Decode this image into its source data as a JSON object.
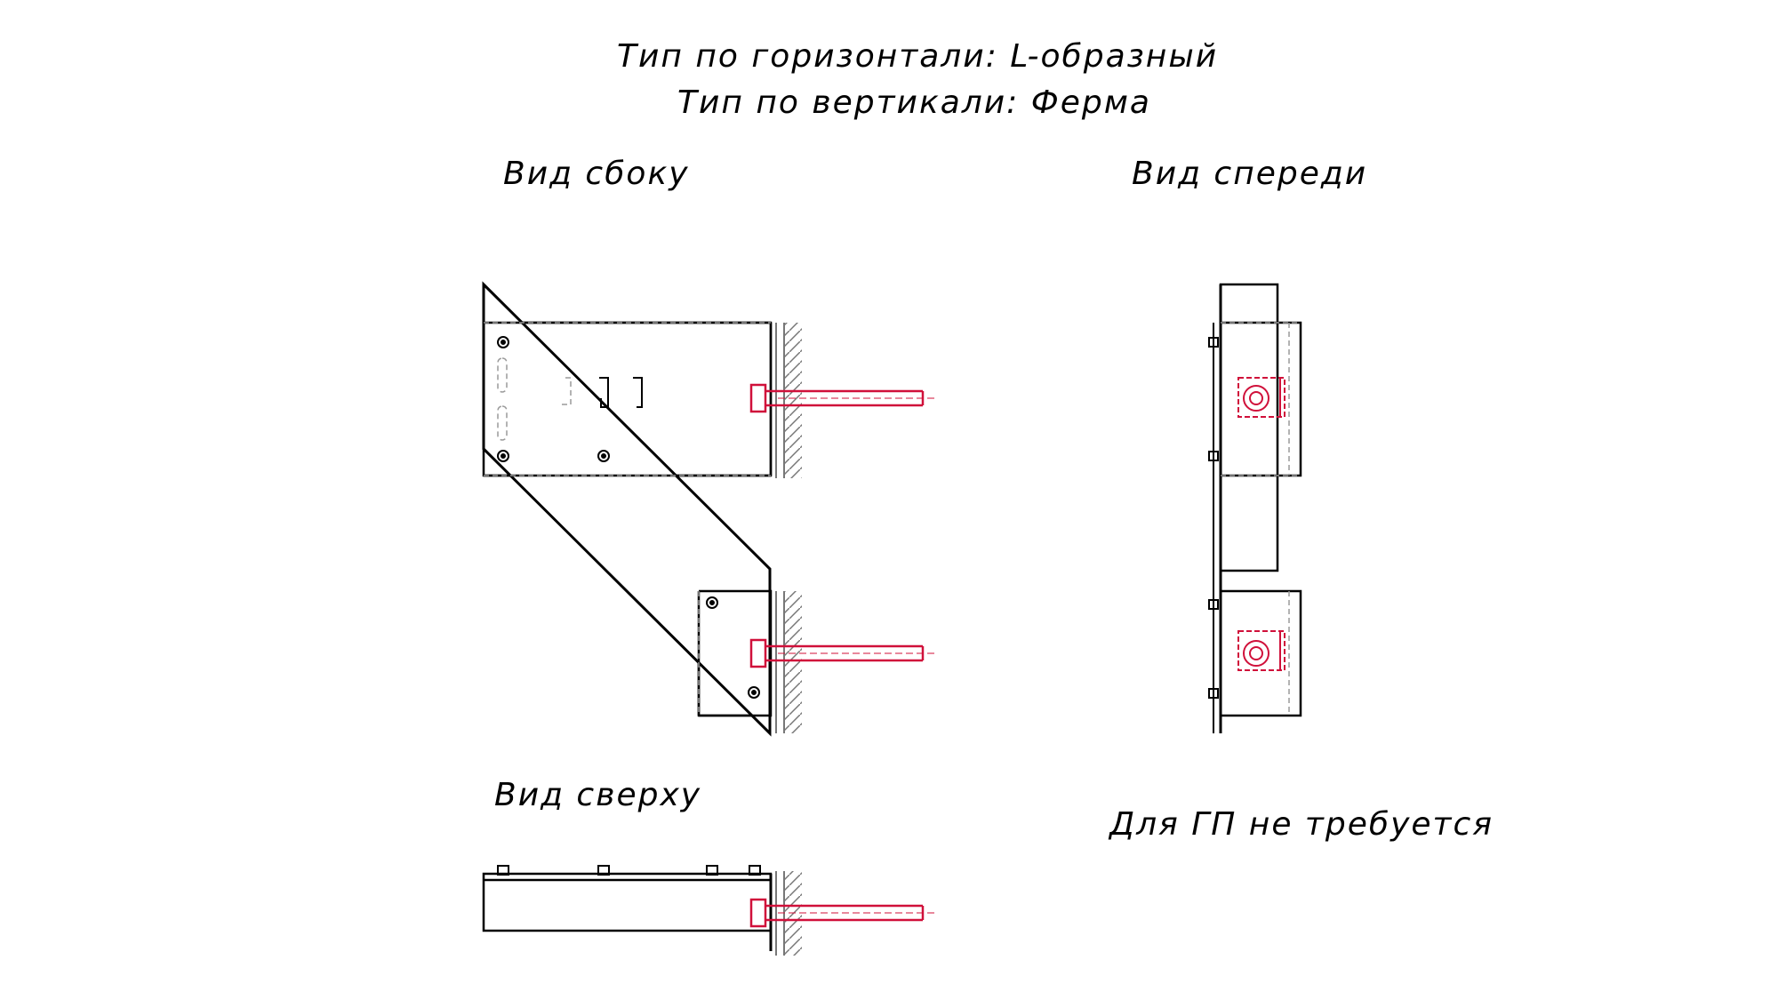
{
  "titles": {
    "horizontal_type": "Тип по горизонтали: L-образный",
    "vertical_type": "Тип по вертикали: Ферма"
  },
  "views": {
    "side": "Вид сбоку",
    "front": "Вид спереди",
    "top": "Вид сверху"
  },
  "note": "Для ГП не требуется",
  "colors": {
    "line": "#000000",
    "hidden": "#9a9a9a",
    "anchor": "#d0103a"
  }
}
